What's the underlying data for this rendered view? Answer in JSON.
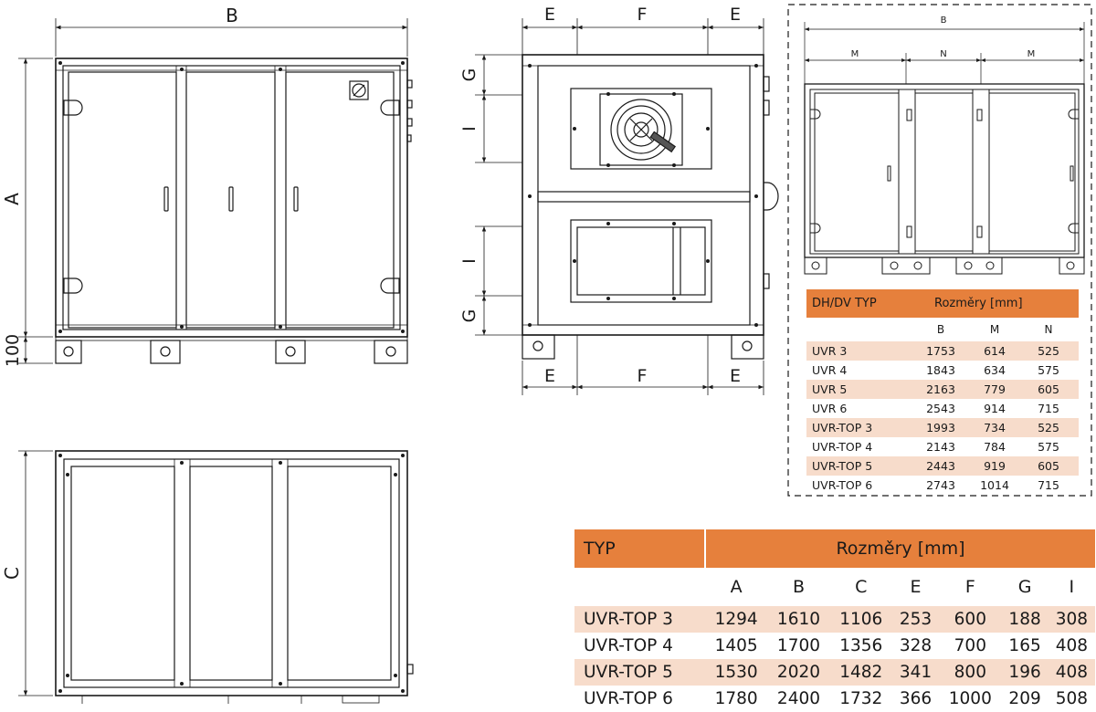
{
  "drawing": {
    "front_view": {
      "dim_labels": {
        "width": "B",
        "height": "A",
        "base_height": "100"
      }
    },
    "top_view": {
      "dim_labels": {
        "depth": "C"
      }
    },
    "side_view": {
      "dim_labels": {
        "top_left": "E",
        "top_mid": "F",
        "top_right": "E",
        "bottom_left": "E",
        "bottom_mid": "F",
        "bottom_right": "E",
        "upper_g": "G",
        "upper_i": "I",
        "lower_i": "I",
        "lower_g": "G"
      }
    },
    "inset_view": {
      "dim_labels": {
        "width": "B",
        "left": "M",
        "mid": "N",
        "right": "M"
      }
    }
  },
  "small_table": {
    "header_type": "DH/DV TYP",
    "header_dims": "Rozměry [mm]",
    "columns": [
      "B",
      "M",
      "N"
    ],
    "rows": [
      {
        "typ": "UVR 3",
        "values": [
          "1753",
          "614",
          "525"
        ]
      },
      {
        "typ": "UVR 4",
        "values": [
          "1843",
          "634",
          "575"
        ]
      },
      {
        "typ": "UVR 5",
        "values": [
          "2163",
          "779",
          "605"
        ]
      },
      {
        "typ": "UVR 6",
        "values": [
          "2543",
          "914",
          "715"
        ]
      },
      {
        "typ": "UVR-TOP 3",
        "values": [
          "1993",
          "734",
          "525"
        ]
      },
      {
        "typ": "UVR-TOP 4",
        "values": [
          "2143",
          "784",
          "575"
        ]
      },
      {
        "typ": "UVR-TOP 5",
        "values": [
          "2443",
          "919",
          "605"
        ]
      },
      {
        "typ": "UVR-TOP 6",
        "values": [
          "2743",
          "1014",
          "715"
        ]
      }
    ]
  },
  "big_table": {
    "header_type": "TYP",
    "header_dims": "Rozměry [mm]",
    "columns": [
      "A",
      "B",
      "C",
      "E",
      "F",
      "G",
      "I"
    ],
    "rows": [
      {
        "typ": "UVR-TOP 3",
        "values": [
          "1294",
          "1610",
          "1106",
          "253",
          "600",
          "188",
          "308"
        ]
      },
      {
        "typ": "UVR-TOP 4",
        "values": [
          "1405",
          "1700",
          "1356",
          "328",
          "700",
          "165",
          "408"
        ]
      },
      {
        "typ": "UVR-TOP 5",
        "values": [
          "1530",
          "2020",
          "1482",
          "341",
          "800",
          "196",
          "408"
        ]
      },
      {
        "typ": "UVR-TOP 6",
        "values": [
          "1780",
          "2400",
          "1732",
          "366",
          "1000",
          "209",
          "508"
        ]
      }
    ]
  },
  "colors": {
    "accent": "#e6803c",
    "row_highlight": "#f7dccb",
    "line": "#1a1a1a",
    "panel": "#ffffff"
  }
}
